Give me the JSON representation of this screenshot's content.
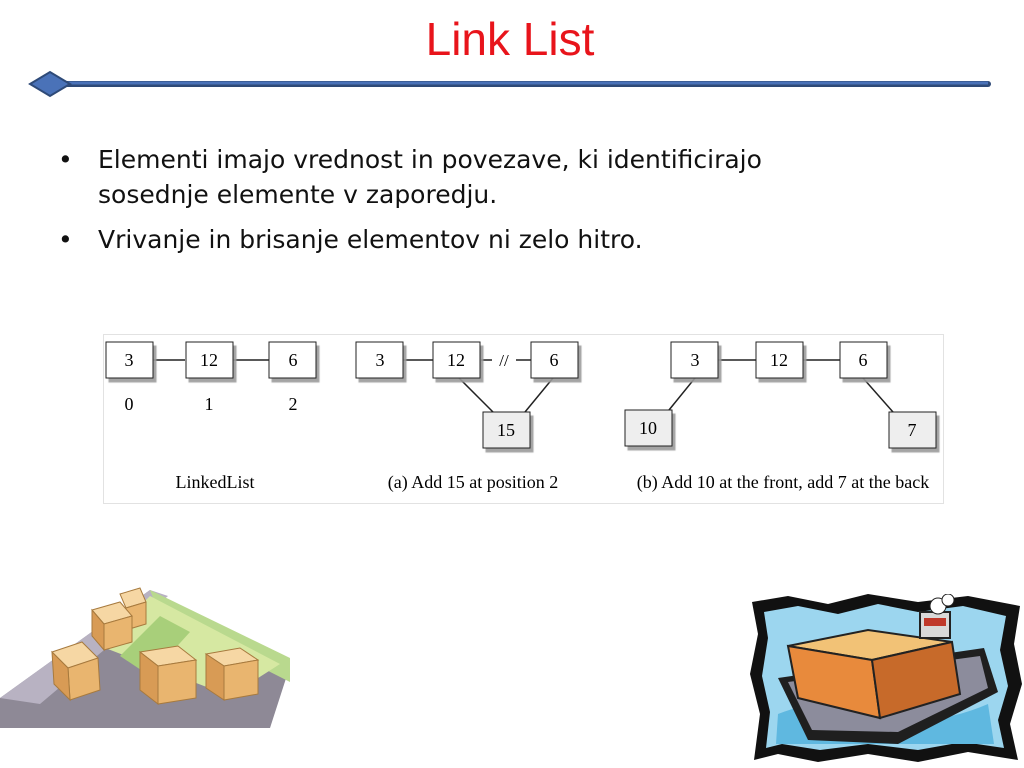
{
  "title": "Link List",
  "bullets": [
    "Elementi imajo vrednost in povezave, ki identificirajo sosednje elemente v zaporedju.",
    "Vrivanje in brisanje elementov ni zelo hitro."
  ],
  "bullet_glyph": "•",
  "figure": {
    "panel1": {
      "nodes": [
        "3",
        "12",
        "6"
      ],
      "indices": [
        "0",
        "1",
        "2"
      ],
      "caption": "LinkedList"
    },
    "panel2": {
      "nodes": [
        "3",
        "12",
        "6"
      ],
      "break_mark": "//",
      "inserted": "15",
      "caption": "(a) Add 15 at position 2"
    },
    "panel3": {
      "nodes": [
        "3",
        "12",
        "6"
      ],
      "front": "10",
      "back": "7",
      "caption": "(b) Add 10 at the front, add 7 at the back"
    }
  },
  "clipart": {
    "left": "boxes-on-conveyor",
    "right": "cargo-ship"
  },
  "colors": {
    "title": "#e8141b",
    "rule": "#4a72b8",
    "text": "#111111"
  }
}
